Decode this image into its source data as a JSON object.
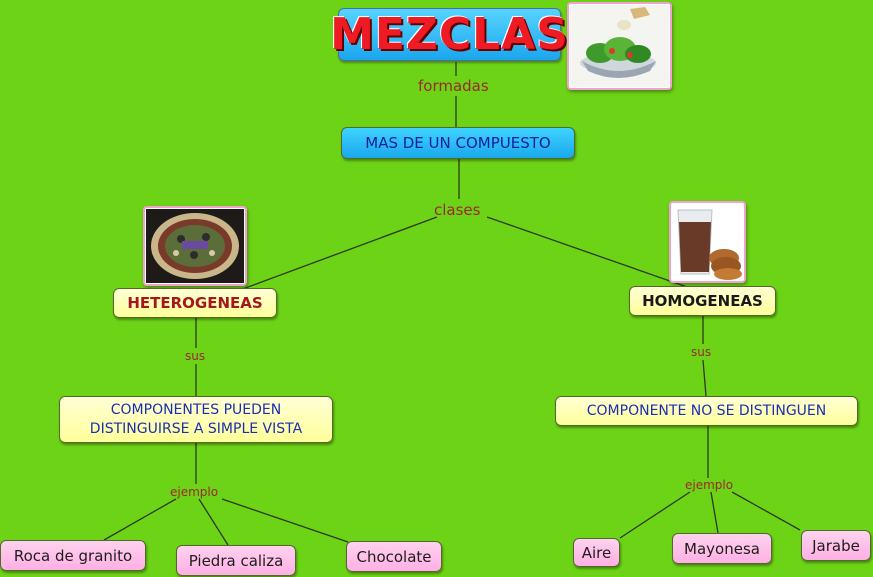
{
  "title": "MEZCLAS",
  "links": {
    "formed": "formadas",
    "kinds": "clases",
    "left_sus": "sus",
    "right_sus": "sus",
    "left_example": "ejemplo",
    "right_example": "ejemplo"
  },
  "concepts": {
    "compound": "MAS DE UN COMPUESTO",
    "heterogeneous": "HETEROGENEAS",
    "homogeneous": "HOMOGENEAS",
    "het_components": "COMPONENTES PUEDEN DISTINGUIRSE A SIMPLE VISTA",
    "hom_component": "COMPONENTE NO SE DISTINGUEN"
  },
  "examples": {
    "heterogeneous": [
      "Roca de granito",
      "Piedra caliza",
      "Chocolate"
    ],
    "homogeneous": [
      "Aire",
      "Mayonesa",
      "Jarabe"
    ]
  },
  "images": {
    "salad": "salad-bowl-image",
    "pizza": "pizza-image",
    "chocolate_milk": "chocolate-milk-image"
  },
  "colors": {
    "background": "#6dd316",
    "title_text": "#ee1b24",
    "title_box": "#1ba6ee",
    "concept_yellow": "#ffff9a",
    "example_pink": "#ffb0e4",
    "link_text": "#9a2a2a"
  }
}
